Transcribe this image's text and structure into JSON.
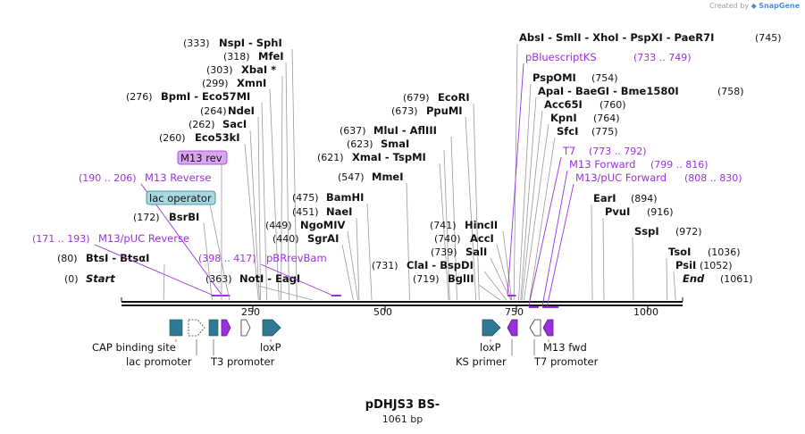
{
  "credit": {
    "prefix": "Created by",
    "brand": "SnapGene"
  },
  "plasmid": {
    "name": "pDHJS3 BS-",
    "length_label": "1061 bp"
  },
  "colors": {
    "site": "#111111",
    "primer": "#9b30e0",
    "feature_teal": "#2e7a94",
    "feature_purple": "#9b30e0",
    "feature_box_purple": "#d8a6f0",
    "feature_box_teal": "#a6d8e2",
    "leader": "#999999"
  },
  "ruler": {
    "ticks": [
      {
        "label": "250"
      },
      {
        "label": "500"
      },
      {
        "label": "750"
      },
      {
        "label": "1000"
      }
    ]
  },
  "sites": [
    {
      "pos": "(0)",
      "name": "Start"
    },
    {
      "pos": "(80)",
      "name": "BtsI  -  BtsαI"
    },
    {
      "pos": "(172)",
      "name": "BsrBI"
    },
    {
      "pos": "(260)",
      "name": "Eco53kI"
    },
    {
      "pos": "(262)",
      "name": "SacI"
    },
    {
      "pos": "(264)",
      "name": "NdeI"
    },
    {
      "pos": "(276)",
      "name": "BpmI  -  Eco57MI"
    },
    {
      "pos": "(299)",
      "name": "XmnI"
    },
    {
      "pos": "(303)",
      "name": "XbaI *"
    },
    {
      "pos": "(318)",
      "name": "MfeI"
    },
    {
      "pos": "(333)",
      "name": "NspI  -  SphI"
    },
    {
      "pos": "(363)",
      "name": "NotI  -  EagI"
    },
    {
      "pos": "(440)",
      "name": "SgrAI"
    },
    {
      "pos": "(449)",
      "name": "NgoMIV"
    },
    {
      "pos": "(451)",
      "name": "NaeI"
    },
    {
      "pos": "(475)",
      "name": "BamHI"
    },
    {
      "pos": "(547)",
      "name": "MmeI"
    },
    {
      "pos": "(621)",
      "name": "XmaI  -  TspMI"
    },
    {
      "pos": "(623)",
      "name": "SmaI"
    },
    {
      "pos": "(637)",
      "name": "MluI  -  AflIII"
    },
    {
      "pos": "(673)",
      "name": "PpuMI"
    },
    {
      "pos": "(679)",
      "name": "EcoRI"
    },
    {
      "pos": "(731)",
      "name": "ClaI  -  BspDI"
    },
    {
      "pos": "(719)",
      "name": "BglII"
    },
    {
      "pos": "(739)",
      "name": "SalI"
    },
    {
      "pos": "(740)",
      "name": "AccI"
    },
    {
      "pos": "(741)",
      "name": "HincII"
    },
    {
      "pos": "(745)",
      "name": "AbsI  -  SmlI  -  XhoI  -  PspXI  -  PaeR7I"
    },
    {
      "pos": "(754)",
      "name": "PspOMI"
    },
    {
      "pos": "(758)",
      "name": "ApaI  -  BaeGI  -  Bme1580I"
    },
    {
      "pos": "(760)",
      "name": "Acc65I"
    },
    {
      "pos": "(764)",
      "name": "KpnI"
    },
    {
      "pos": "(775)",
      "name": "SfcI"
    },
    {
      "pos": "(894)",
      "name": "EarI"
    },
    {
      "pos": "(916)",
      "name": "PvuI"
    },
    {
      "pos": "(972)",
      "name": "SspI"
    },
    {
      "pos": "(1036)",
      "name": "TsoI"
    },
    {
      "pos": "(1052)",
      "name": "PsiI"
    },
    {
      "pos": "(1061)",
      "name": "End"
    }
  ],
  "primers": [
    {
      "range": "(171 .. 193)",
      "name": "M13/pUC Reverse"
    },
    {
      "range": "(190 .. 206)",
      "name": "M13 Reverse"
    },
    {
      "range": "(398 .. 417)",
      "name": "pBRrevBam"
    },
    {
      "range": "(733 .. 749)",
      "name": "pBluescriptKS"
    },
    {
      "range": "(773 .. 792)",
      "name": "T7"
    },
    {
      "range": "(799 .. 816)",
      "name": "M13 Forward"
    },
    {
      "range": "(808 .. 830)",
      "name": "M13/pUC Forward"
    }
  ],
  "boxed_labels": [
    {
      "text": "M13 rev"
    },
    {
      "text": "lac operator"
    }
  ],
  "features": [
    {
      "label": "CAP binding site"
    },
    {
      "label": "lac promoter"
    },
    {
      "label": "T3 promoter"
    },
    {
      "label": "loxP"
    },
    {
      "label": "loxP"
    },
    {
      "label": "KS primer"
    },
    {
      "label": "M13 fwd"
    },
    {
      "label": "T7 promoter"
    }
  ]
}
